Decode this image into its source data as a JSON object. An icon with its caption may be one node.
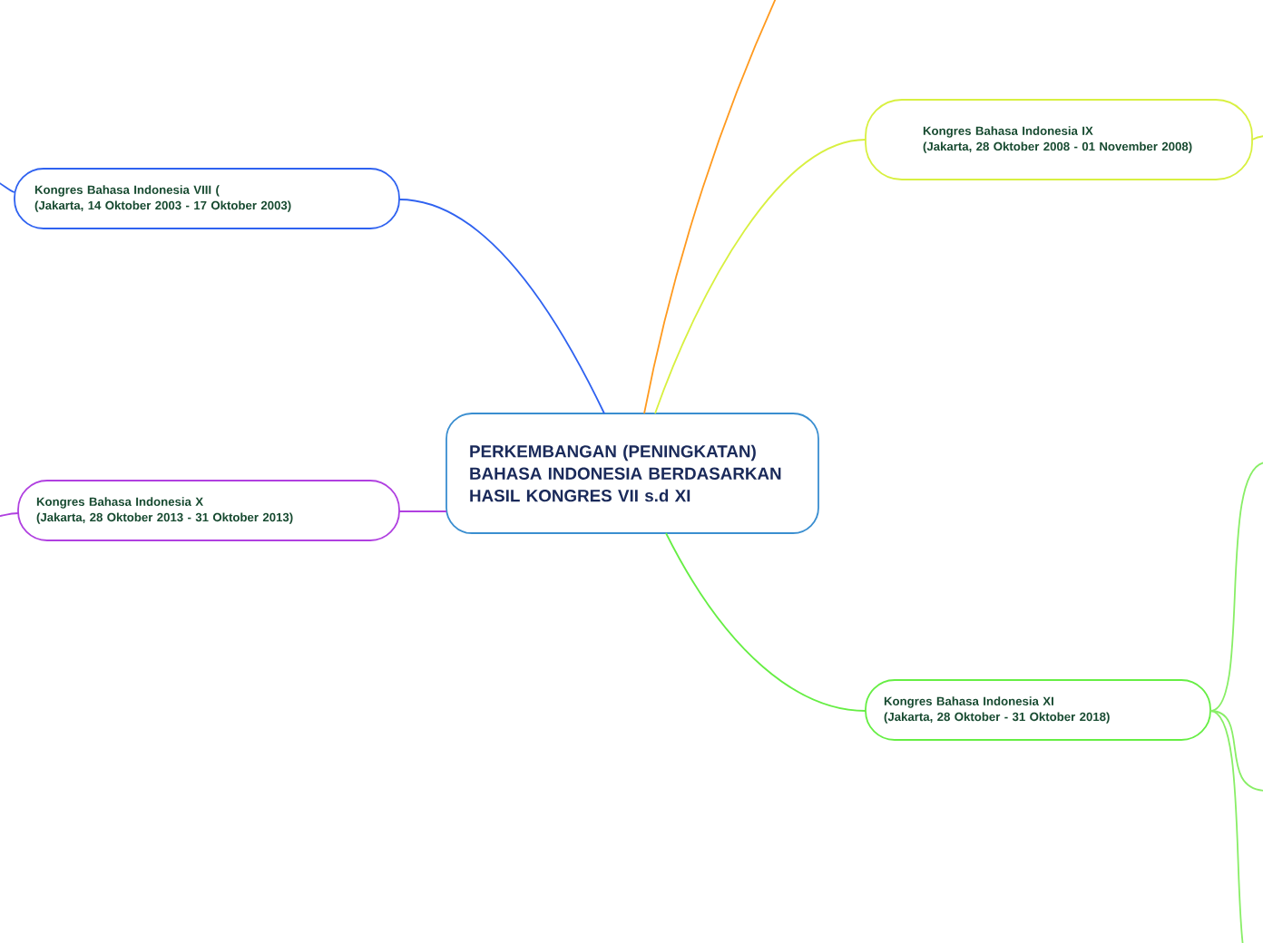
{
  "diagram": {
    "nodes": [
      {
        "text": [
          "PERKEMBANGAN (PENINGKATAN) BAHASA INDONESIA BERDASARKAN HASIL KONGRES VII s.d XI"
        ]
      },
      {
        "text": [
          "Kongres Bahasa Indonesia VIII (",
          "(Jakarta, 14 Oktober 2003 - 17 Oktober 2003)"
        ]
      },
      {
        "text": [
          "Kongres Bahasa Indonesia IX",
          "(Jakarta, 28 Oktober 2008 - 01 November 2008)"
        ]
      },
      {
        "text": [
          "Kongres Bahasa Indonesia X",
          "(Jakarta, 28 Oktober 2013 - 31 Oktober 2013)"
        ]
      },
      {
        "text": [
          "Kongres Bahasa Indonesia XI",
          "(Jakarta, 28 Oktober - 31 Oktober 2018)"
        ]
      }
    ],
    "edges": [
      {
        "from": 0,
        "to": null,
        "arrow": "none",
        "color": "#ff9a1f"
      },
      {
        "from": 0,
        "to": 1,
        "arrow": "none",
        "color": "#2f62f0"
      },
      {
        "from": 0,
        "to": 2,
        "arrow": "none",
        "color": "#d8f040"
      },
      {
        "from": 0,
        "to": 3,
        "arrow": "none",
        "color": "#b040e0"
      },
      {
        "from": 0,
        "to": 4,
        "arrow": "none",
        "color": "#66ee44"
      },
      {
        "from": null,
        "to": 1,
        "arrow": "none",
        "color": "#2f62f0"
      },
      {
        "from": 2,
        "to": null,
        "arrow": "none",
        "color": "#d8f040"
      },
      {
        "from": null,
        "to": 3,
        "arrow": "none",
        "color": "#b040e0"
      },
      {
        "from": 4,
        "to": null,
        "arrow": "none",
        "color": "#88ee66"
      },
      {
        "from": 4,
        "to": null,
        "arrow": "none",
        "color": "#88ee66"
      },
      {
        "from": 4,
        "to": null,
        "arrow": "none",
        "color": "#88ee66"
      }
    ]
  }
}
